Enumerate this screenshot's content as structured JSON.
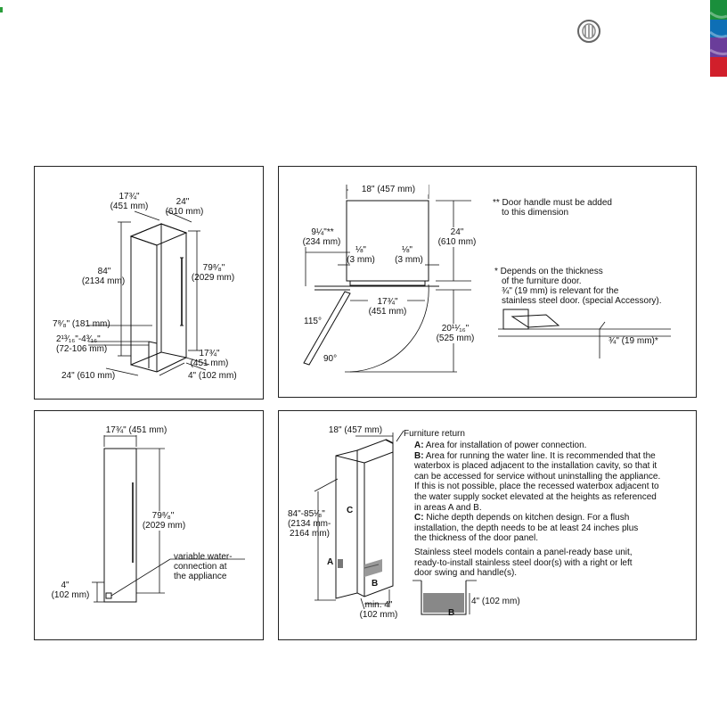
{
  "header": {
    "logo_icon": "brand-seal-icon",
    "side_tab_colors": [
      "#1a8f3c",
      "#0e6fb5",
      "#6a3d9a",
      "#d11f2b"
    ]
  },
  "panel_tl": {
    "dims": {
      "depth": "17¾\"",
      "depth_mm": "(451 mm)",
      "width": "24\"",
      "width_mm": "(610 mm)",
      "height": "84\"",
      "height_mm": "(2134 mm)",
      "inner_height": "79⁸⁄₈\"",
      "inner_height_mm": "(2029 mm)",
      "toe_1": "7⁸⁄₈\" (181 mm)",
      "toe_2": "2¹³⁄₁₆\"-4³⁄₁₆\"",
      "toe_2_mm": "(72-106 mm)",
      "side_depth": "17¾\"",
      "side_depth_mm": "(451 mm)",
      "bottom_depth": "4\" (102 mm)",
      "bottom_width": "24\" (610 mm)"
    }
  },
  "panel_tr": {
    "dims": {
      "top_width": "18\" (457 mm)",
      "door_offset": "9¼\"**",
      "door_offset_mm": "(234 mm)",
      "gap_left": "⅛\"",
      "gap_left_mm": "(3 mm)",
      "gap_right": "⅛\"",
      "gap_right_mm": "(3 mm)",
      "depth": "24\"",
      "depth_mm": "(610 mm)",
      "door_width": "17¾\"",
      "door_width_mm": "(451 mm)",
      "swing_depth": "20¹¹⁄₁₆\"",
      "swing_depth_mm": "(525 mm)",
      "angle_115": "115°",
      "angle_90": "90°",
      "detail_dim": "¾\" (19 mm)*"
    },
    "note_handle": "** Door handle must be added",
    "note_handle_2": "to this dimension",
    "note_depends_1": "* Depends on the thickness",
    "note_depends_2": "of the furniture door.",
    "note_depends_3": "¾\" (19 mm) is relevant for the",
    "note_depends_4": "stainless steel door. (special Accessory)."
  },
  "panel_bl": {
    "dims": {
      "width": "17¾\" (451 mm)",
      "height": "79⁸⁄₈\"",
      "height_mm": "(2029 mm)",
      "bottom": "4\"",
      "bottom_mm": "(102 mm)"
    },
    "water_label_1": "variable water-",
    "water_label_2": "connection at",
    "water_label_3": "the appliance"
  },
  "panel_br": {
    "dims": {
      "top_width": "18\" (457 mm)",
      "height": "84\"-85¹⁄₈\"",
      "height_mm": "(2134 mm-",
      "height_mm_2": "2164 mm)",
      "min_depth": "min. 4\"",
      "min_depth_mm": "(102 mm)",
      "detail_dim": "4\" (102 mm)"
    },
    "furniture_return": "Furniture return",
    "tag_a": "A",
    "tag_b": "B",
    "tag_c": "C",
    "note_a_key": "A:",
    "note_a": " Area for installation of power connection.",
    "note_b_key": "B:",
    "note_b_1": " Area for running the water line. It is recommended that the",
    "note_b_2": "waterbox is placed adjacent to the installation cavity, so that it",
    "note_b_3": "can be accessed for service without uninstalling the appliance.",
    "note_b_4": "If this is not possible, place the recessed waterbox adjacent to",
    "note_b_5": "the water supply socket elevated at the heights as referenced",
    "note_b_6": "in areas A and B.",
    "note_c_key": "C:",
    "note_c_1": " Niche depth depends on kitchen design. For a flush",
    "note_c_2": "installation, the depth needs to be at least 24 inches plus",
    "note_c_3": "the thickness of the door panel.",
    "note_ss_1": "Stainless steel models contain a panel-ready base unit,",
    "note_ss_2": "ready-to-install stainless steel door(s) with a right or left",
    "note_ss_3": "door swing and handle(s)."
  }
}
